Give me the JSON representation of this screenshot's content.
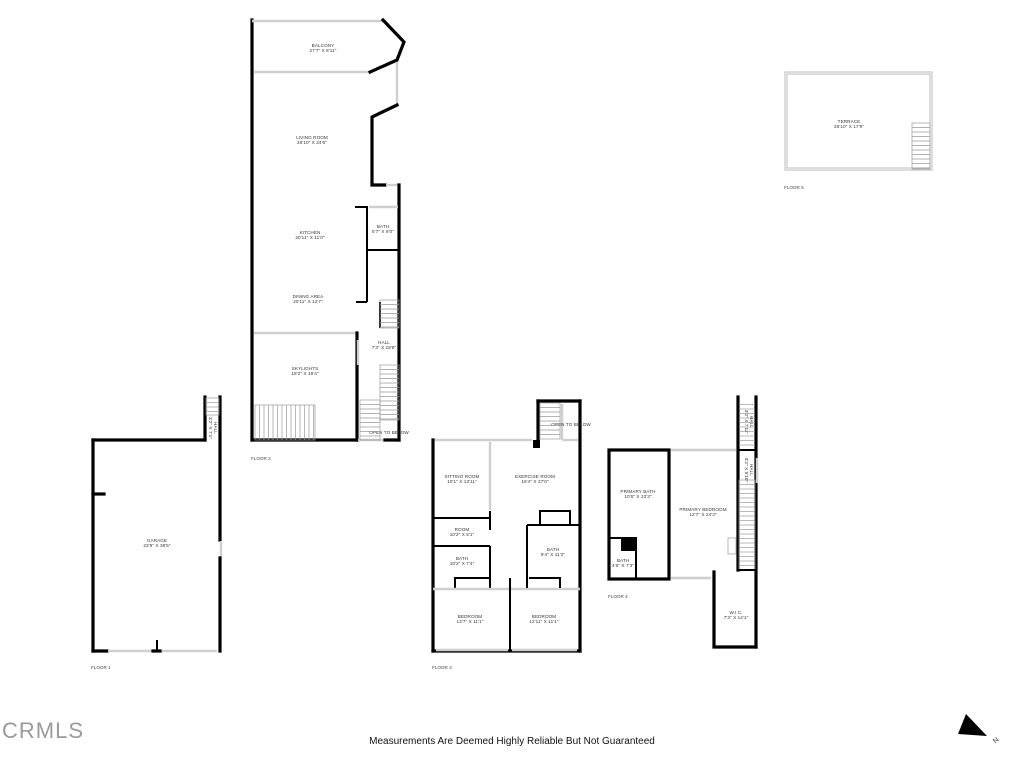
{
  "floors": {
    "floor1": {
      "label": "FLOOR 1",
      "rooms": [
        {
          "name": "GARAGE",
          "size": "23'9\" X 38'5\""
        },
        {
          "name": "HALL",
          "size": "3'2\" X 7'1\""
        }
      ]
    },
    "floor2": {
      "label": "FLOOR 2",
      "rooms": [
        {
          "name": "BALCONY",
          "size": "27'7\" X 8'11\""
        },
        {
          "name": "LIVING ROOM",
          "size": "26'10\" X 24'6\""
        },
        {
          "name": "KITCHEN",
          "size": "20'11\" X 11'0\""
        },
        {
          "name": "BATH",
          "size": "5'7\" X 8'0\""
        },
        {
          "name": "DINING AREA",
          "size": "20'11\" X 12'7\""
        },
        {
          "name": "HALL",
          "size": "7'3\" X 18'8\""
        },
        {
          "name": "SKYLIGHTS",
          "size": "19'2\" X 19'4\""
        }
      ],
      "note": "OPEN TO BELOW"
    },
    "floor3": {
      "label": "FLOOR 3",
      "rooms": [
        {
          "name": "SITTING ROOM",
          "size": "10'1\" X 13'11\""
        },
        {
          "name": "EXERCISE ROOM",
          "size": "16'4\" X 27'0\""
        },
        {
          "name": "ROOM",
          "size": "10'2\" X 5'1\""
        },
        {
          "name": "BATH",
          "size": "10'2\" X 7'4\""
        },
        {
          "name": "BATH",
          "size": "9'4\" X 11'2\""
        },
        {
          "name": "BEDROOM",
          "size": "13'7\" X 11'1\""
        },
        {
          "name": "BEDROOM",
          "size": "12'11\" X 11'1\""
        }
      ],
      "note": "OPEN TO BELOW"
    },
    "floor4": {
      "label": "FLOOR 4",
      "rooms": [
        {
          "name": "PRIMARY BATH",
          "size": "10'6\" X 23'3\""
        },
        {
          "name": "PRIMARY BEDROOM",
          "size": "12'7\" X 24'3\""
        },
        {
          "name": "BATH",
          "size": "4'6\" X 7'3\""
        },
        {
          "name": "W.I.C.",
          "size": "7'3\" X 14'1\""
        },
        {
          "name": "HALL",
          "size": "3'2\" X 7'11\""
        },
        {
          "name": "HALL",
          "size": "3'2\" X 5'10\""
        }
      ]
    },
    "floor5": {
      "label": "FLOOR 5",
      "rooms": [
        {
          "name": "TERRACE",
          "size": "26'10\" X 17'9\""
        }
      ]
    }
  },
  "footer": {
    "disclaimer": "Measurements Are Deemed Highly Reliable But Not Guaranteed"
  },
  "logo": {
    "text": "CRMLS"
  },
  "compass": {
    "icon": "north-arrow-icon",
    "label": "N"
  }
}
